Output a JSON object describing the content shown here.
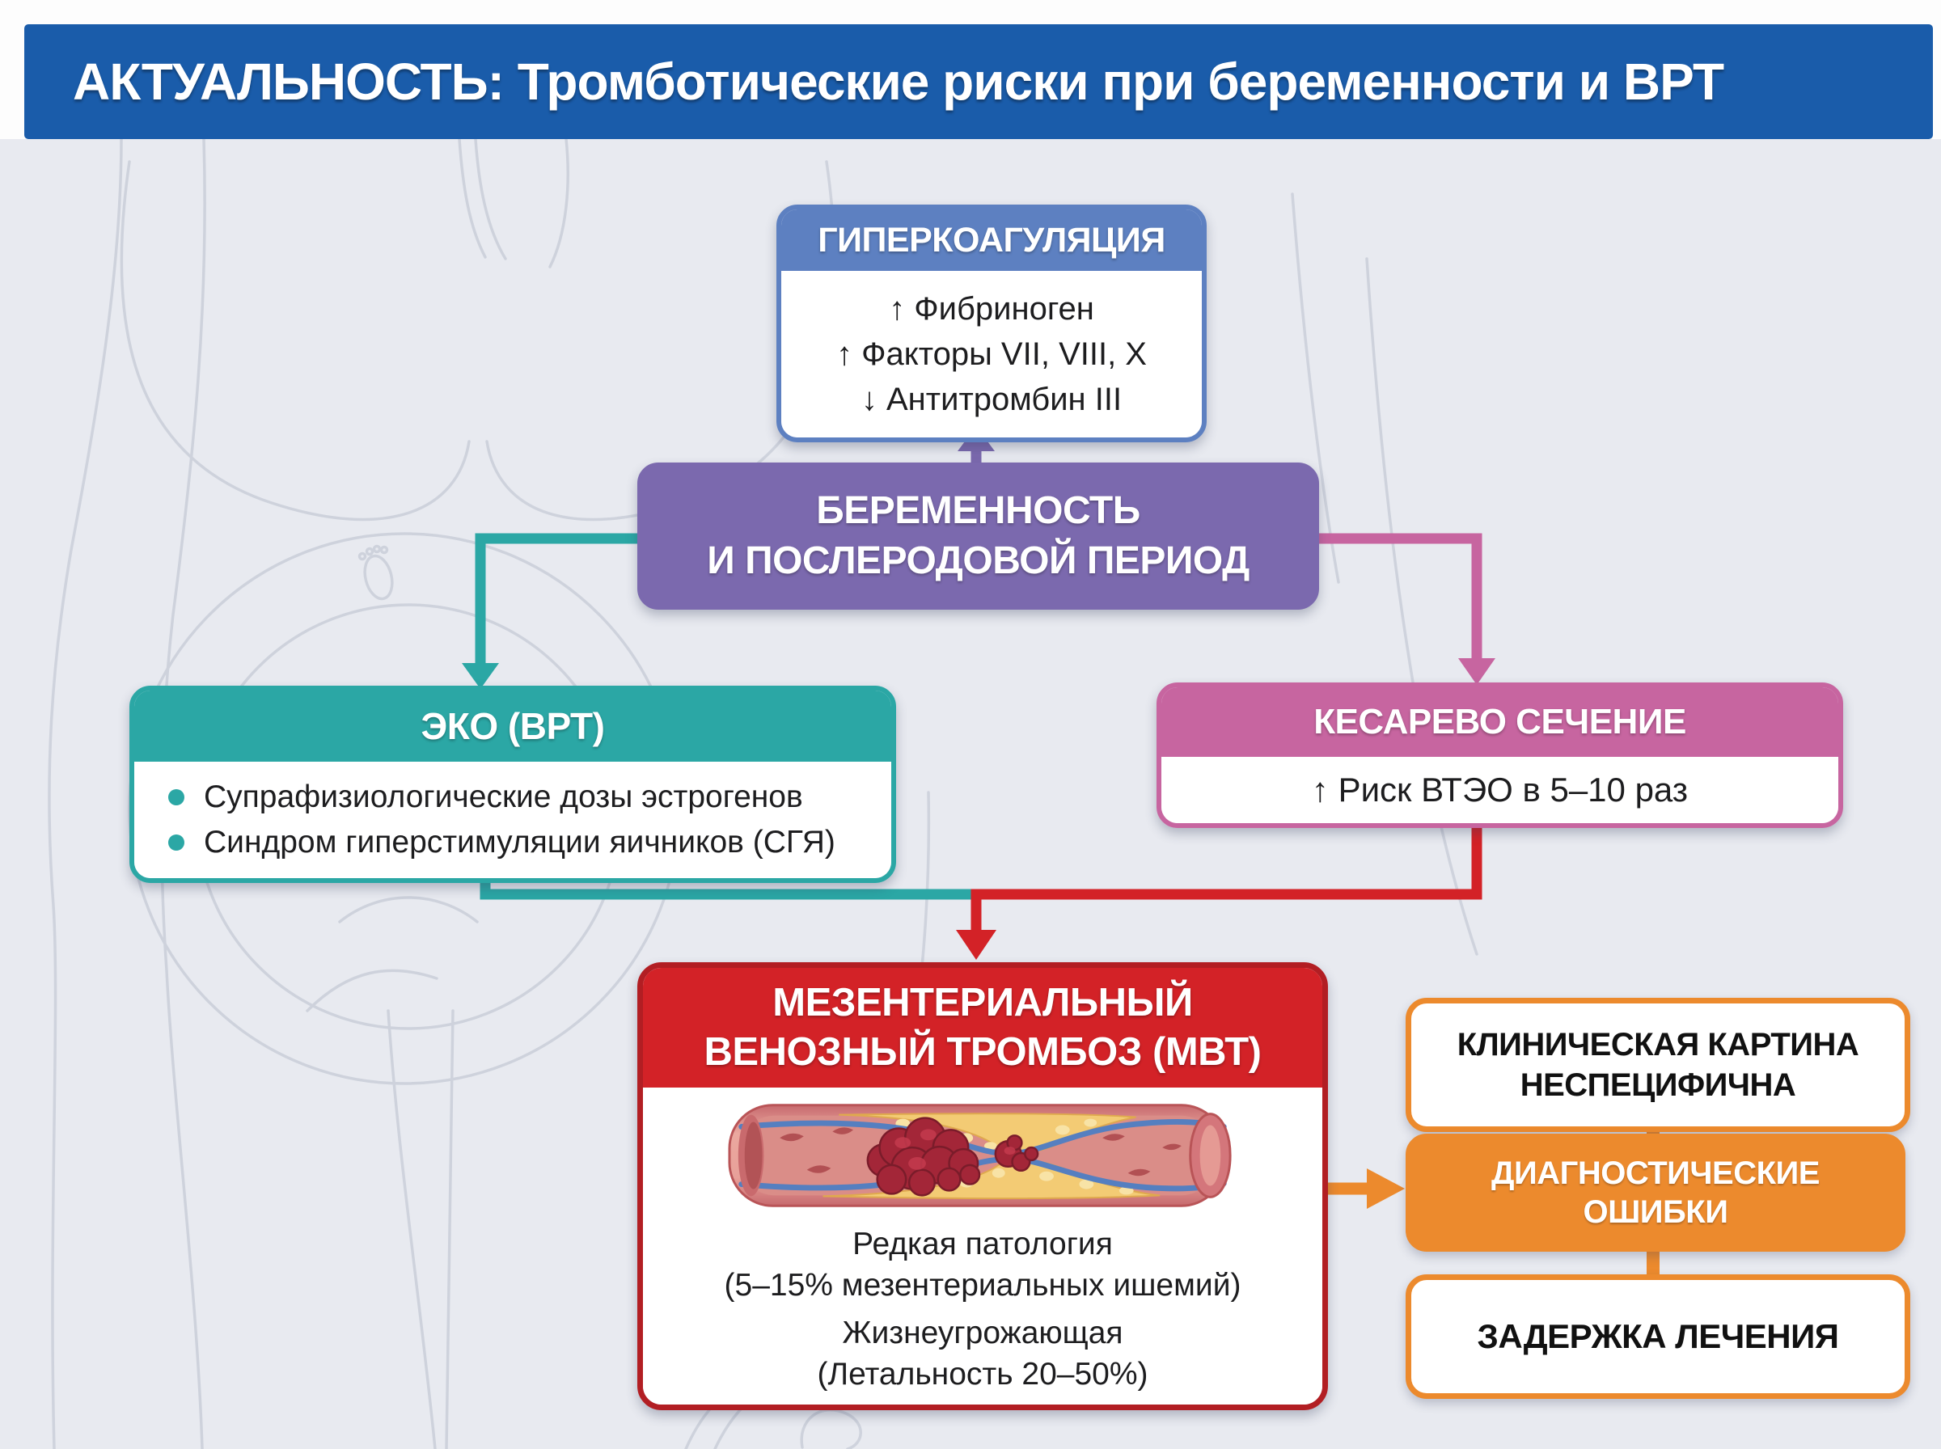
{
  "header": {
    "title": "АКТУАЛЬНОСТЬ: Тромботические риски при беременности и ВРТ"
  },
  "boxes": {
    "hypercoagulation": {
      "title": "ГИПЕРКОАГУЛЯЦИЯ",
      "lines": [
        "↑ Фибриноген",
        "↑ Факторы VII, VIII, X",
        "↓ Антитромбин III"
      ]
    },
    "pregnancy": {
      "lines": [
        "БЕРЕМЕННОСТЬ",
        "И ПОСЛЕРОДОВОЙ ПЕРИОД"
      ]
    },
    "ivf": {
      "title": "ЭКО (ВРТ)",
      "bullets": [
        "Супрафизиологические дозы эстрогенов",
        "Синдром гиперстимуляции яичников (СГЯ)"
      ]
    },
    "cesarean": {
      "title": "КЕСАРЕВО СЕЧЕНИЕ",
      "line": "↑ Риск ВТЭО в 5–10 раз"
    },
    "mvt": {
      "title_lines": [
        "МЕЗЕНТЕРИАЛЬНЫЙ",
        "ВЕНОЗНЫЙ ТРОМБОЗ (МВТ)"
      ],
      "body_lines": [
        "Редкая патология",
        "(5–15% мезентериальных ишемий)",
        "Жизнеугрожающая",
        "(Летальность 20–50%)"
      ]
    },
    "clinical": {
      "lines": [
        "КЛИНИЧЕСКАЯ КАРТИНА",
        "НЕСПЕЦИФИЧНА"
      ]
    },
    "diagnostic": {
      "lines": [
        "ДИАГНОСТИЧЕСКИЕ",
        "ОШИБКИ"
      ]
    },
    "delay": {
      "title": "ЗАДЕРЖКА ЛЕЧЕНИЯ"
    }
  },
  "colors": {
    "header_bar": "#1a5caa",
    "slate": "#5d80c1",
    "purple": "#7b69ae",
    "teal": "#2ba7a5",
    "pink": "#c765a0",
    "red": "#d32227",
    "red_dark": "#b21e23",
    "orange": "#ec8a2d",
    "ink": "#1d1d1f",
    "bg": "#e8eaf0"
  }
}
